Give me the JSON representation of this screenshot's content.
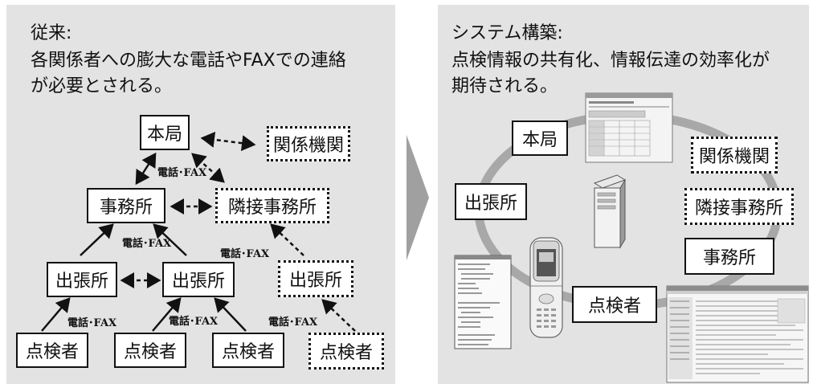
{
  "left": {
    "heading_line1": "従来:",
    "heading_line2": "各関係者への膨大な電話やFAXでの連絡",
    "heading_line3": "が必要とされる。",
    "nodes": {
      "honkyoku": "本局",
      "kankei": "関係機関",
      "jimusho": "事務所",
      "rinsetsu": "隣接事務所",
      "shutcho1": "出張所",
      "shutcho2": "出張所",
      "shutcho3": "出張所",
      "tenken1": "点検者",
      "tenken2": "点検者",
      "tenken3": "点検者",
      "tenken4": "点検者"
    },
    "labels": {
      "tel1": "電話･FAX",
      "tel2": "電話･FAX",
      "tel3": "電話･FAX",
      "tel4": "電話･FAX",
      "tel5": "電話･FAX",
      "tel6": "電話･FAX"
    }
  },
  "right": {
    "heading_line1": "システム構築:",
    "heading_line2": "点検情報の共有化、情報伝達の効率化が",
    "heading_line3": "期待される。",
    "nodes": {
      "honkyoku": "本局",
      "kankei": "関係機関",
      "rinsetsu": "隣接事務所",
      "jimusho": "事務所",
      "shutcho": "出張所",
      "tenken": "点検者"
    }
  },
  "colors": {
    "panel_bg": "#e3e3e3",
    "ring": "#a8a8a8",
    "arrow_chevron": "#a0a0a0"
  }
}
